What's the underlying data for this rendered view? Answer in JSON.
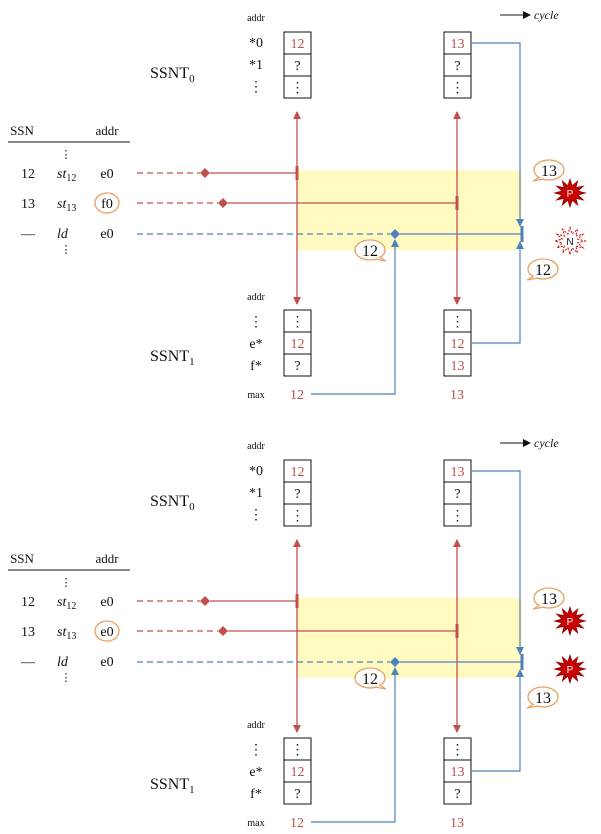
{
  "colors": {
    "red": "#c0504d",
    "blue": "#4f81bd",
    "highlight": "#fffbc0",
    "badge": "#e8a060",
    "burst_fill": "#cc0000",
    "black": "#111111"
  },
  "cycle_label": "cycle",
  "panels": [
    {
      "ssnt0": {
        "label": "SSNT",
        "sub": "0",
        "addr_header": "addr",
        "row_labels": [
          "*0",
          "*1",
          "⋮"
        ],
        "col1": [
          "12",
          "?",
          "⋮"
        ],
        "col2": [
          "13",
          "?",
          "⋮"
        ]
      },
      "ssnt1": {
        "label": "SSNT",
        "sub": "1",
        "addr_header": "addr",
        "row_labels": [
          "⋮",
          "e*",
          "f*"
        ],
        "col1": [
          "⋮",
          "12",
          "?"
        ],
        "col2": [
          "⋮",
          "12",
          "13"
        ],
        "max_label": "max",
        "max1": "12",
        "max2": "13"
      },
      "table": {
        "headers": [
          "SSN",
          "addr"
        ],
        "rows": [
          {
            "ssn": "12",
            "op": "st",
            "op_sub": "12",
            "addr": "e0"
          },
          {
            "ssn": "13",
            "op": "st",
            "op_sub": "13",
            "addr": "f0"
          },
          {
            "ssn": "—",
            "op": "ld",
            "op_sub": "",
            "addr": "e0"
          }
        ]
      },
      "badges": {
        "left": "12",
        "right_top": "13",
        "right_bottom": "12"
      },
      "bursts": [
        {
          "letter": "P",
          "style": "filled"
        },
        {
          "letter": "N",
          "style": "outline"
        }
      ]
    },
    {
      "ssnt0": {
        "label": "SSNT",
        "sub": "0",
        "addr_header": "addr",
        "row_labels": [
          "*0",
          "*1",
          "⋮"
        ],
        "col1": [
          "12",
          "?",
          "⋮"
        ],
        "col2": [
          "13",
          "?",
          "⋮"
        ]
      },
      "ssnt1": {
        "label": "SSNT",
        "sub": "1",
        "addr_header": "addr",
        "row_labels": [
          "⋮",
          "e*",
          "f*"
        ],
        "col1": [
          "⋮",
          "12",
          "?"
        ],
        "col2": [
          "⋮",
          "13",
          "?"
        ],
        "max_label": "max",
        "max1": "12",
        "max2": "13"
      },
      "table": {
        "headers": [
          "SSN",
          "addr"
        ],
        "rows": [
          {
            "ssn": "12",
            "op": "st",
            "op_sub": "12",
            "addr": "e0"
          },
          {
            "ssn": "13",
            "op": "st",
            "op_sub": "13",
            "addr": "e0"
          },
          {
            "ssn": "—",
            "op": "ld",
            "op_sub": "",
            "addr": "e0"
          }
        ]
      },
      "badges": {
        "left": "12",
        "right_top": "13",
        "right_bottom": "13"
      },
      "bursts": [
        {
          "letter": "P",
          "style": "filled"
        },
        {
          "letter": "P",
          "style": "filled"
        }
      ]
    }
  ]
}
